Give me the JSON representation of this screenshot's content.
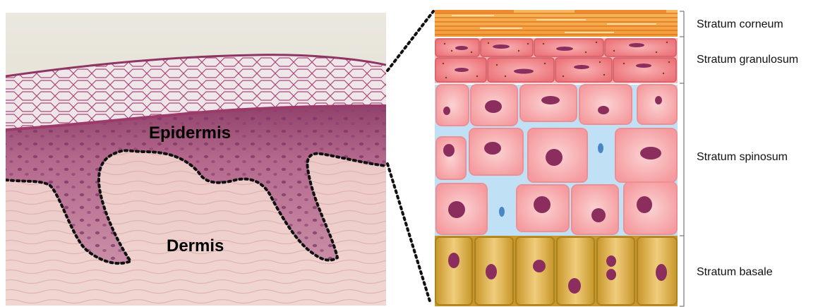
{
  "micrograph": {
    "epidermis_label": "Epidermis",
    "dermis_label": "Dermis"
  },
  "layers": [
    {
      "id": "corneum",
      "label": "Stratum corneum"
    },
    {
      "id": "granulosum",
      "label": "Stratum granulosum"
    },
    {
      "id": "spinosum",
      "label": "Stratum spinosum"
    },
    {
      "id": "basale",
      "label": "Stratum basale"
    }
  ],
  "colors": {
    "corneum": "#f5a84a",
    "corneum_line": "#e07a1e",
    "granulosum": "#f08a8e",
    "granulosum_border": "#d25a62",
    "spinosum": "#f8a6a8",
    "spinosum_border": "#e88c90",
    "intercellular": "#bfe0f5",
    "basale": "#d7a83a",
    "basale_border": "#a98320",
    "nucleus": "#8b2e5e",
    "tissue_epidermis": "#b46a8c",
    "tissue_dermis": "#f1d2cf",
    "tissue_corneum": "#e9e2e4"
  }
}
